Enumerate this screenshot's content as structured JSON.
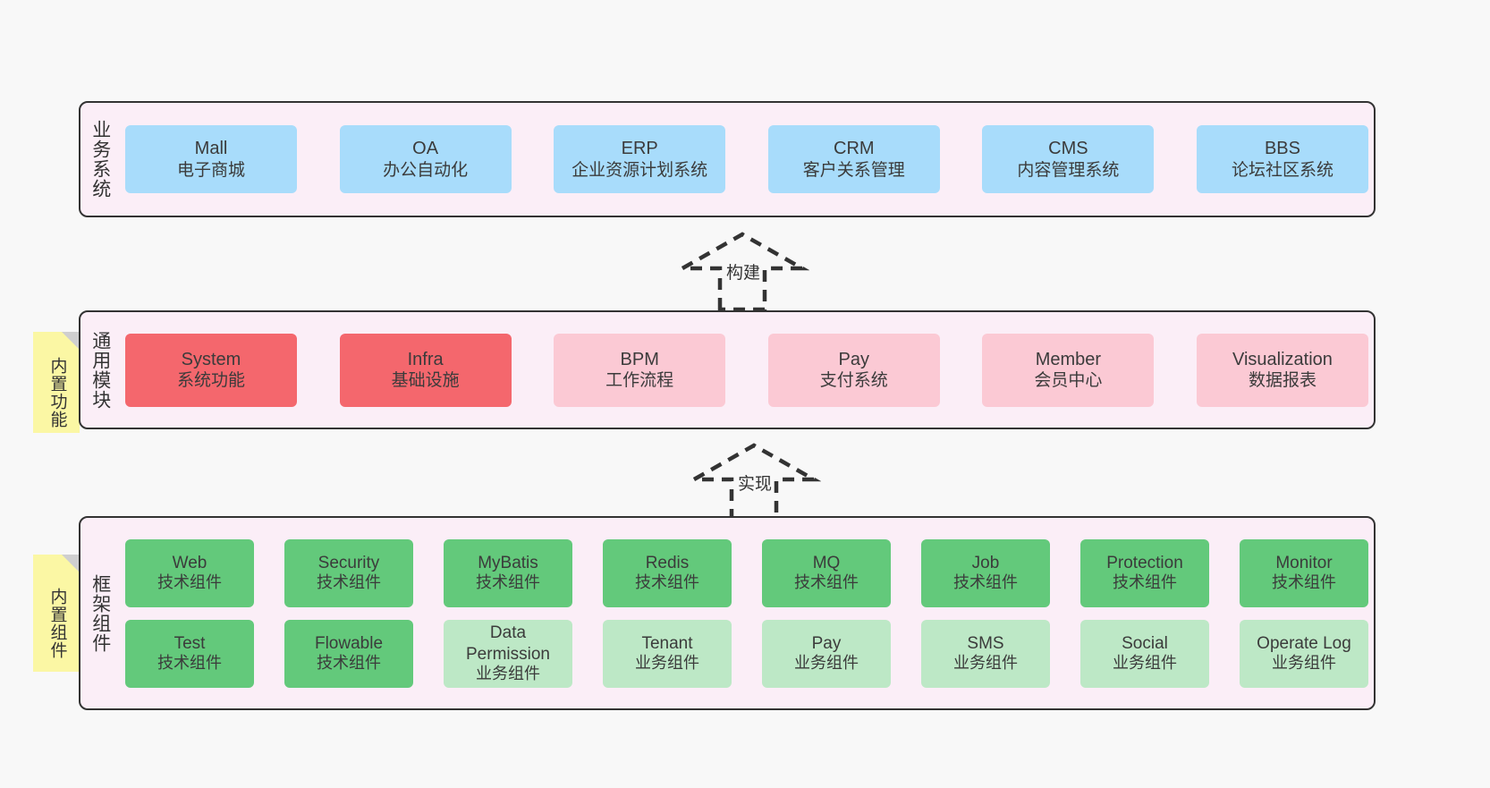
{
  "diagram": {
    "background": "#f8f8f8",
    "layer_fill": "#fbeef7",
    "border_color": "#333333"
  },
  "layers": [
    {
      "key": "business",
      "title": "业务系统",
      "cards": [
        {
          "en": "Mall",
          "cn": "电子商城"
        },
        {
          "en": "OA",
          "cn": "办公自动化"
        },
        {
          "en": "ERP",
          "cn": "企业资源计划系统"
        },
        {
          "en": "CRM",
          "cn": "客户关系管理"
        },
        {
          "en": "CMS",
          "cn": "内容管理系统"
        },
        {
          "en": "BBS",
          "cn": "论坛社区系统"
        }
      ]
    },
    {
      "key": "module",
      "title": "通用模块",
      "note": "内置功能",
      "cards": [
        {
          "en": "System",
          "cn": "系统功能",
          "kind": "core"
        },
        {
          "en": "Infra",
          "cn": "基础设施",
          "kind": "core"
        },
        {
          "en": "BPM",
          "cn": "工作流程",
          "kind": "soft"
        },
        {
          "en": "Pay",
          "cn": "支付系统",
          "kind": "soft"
        },
        {
          "en": "Member",
          "cn": "会员中心",
          "kind": "soft"
        },
        {
          "en": "Visualization",
          "cn": "数据报表",
          "kind": "soft"
        }
      ]
    },
    {
      "key": "framework",
      "title": "框架组件",
      "note": "内置组件",
      "rows": [
        [
          {
            "en": "Web",
            "cn": "技术组件",
            "kind": "tech"
          },
          {
            "en": "Security",
            "cn": "技术组件",
            "kind": "tech"
          },
          {
            "en": "MyBatis",
            "cn": "技术组件",
            "kind": "tech"
          },
          {
            "en": "Redis",
            "cn": "技术组件",
            "kind": "tech"
          },
          {
            "en": "MQ",
            "cn": "技术组件",
            "kind": "tech"
          },
          {
            "en": "Job",
            "cn": "技术组件",
            "kind": "tech"
          },
          {
            "en": "Protection",
            "cn": "技术组件",
            "kind": "tech"
          },
          {
            "en": "Monitor",
            "cn": "技术组件",
            "kind": "tech"
          }
        ],
        [
          {
            "en": "Test",
            "cn": "技术组件",
            "kind": "tech"
          },
          {
            "en": "Flowable",
            "cn": "技术组件",
            "kind": "tech"
          },
          {
            "en": "Data Permission",
            "cn": "业务组件",
            "kind": "biz"
          },
          {
            "en": "Tenant",
            "cn": "业务组件",
            "kind": "biz"
          },
          {
            "en": "Pay",
            "cn": "业务组件",
            "kind": "biz"
          },
          {
            "en": "SMS",
            "cn": "业务组件",
            "kind": "biz"
          },
          {
            "en": "Social",
            "cn": "业务组件",
            "kind": "biz"
          },
          {
            "en": "Operate Log",
            "cn": "业务组件",
            "kind": "biz"
          }
        ]
      ]
    }
  ],
  "arrows": [
    {
      "key": "build",
      "label": "构建"
    },
    {
      "key": "implement",
      "label": "实现"
    }
  ],
  "colors": {
    "business_card": "#a8dcfb",
    "module_core": "#f4676d",
    "module_soft": "#fbc9d4",
    "component_tech": "#63c97b",
    "component_biz": "#bde8c6",
    "sticky_note": "#fbf7a4",
    "layer_band": "#fbeef7"
  }
}
